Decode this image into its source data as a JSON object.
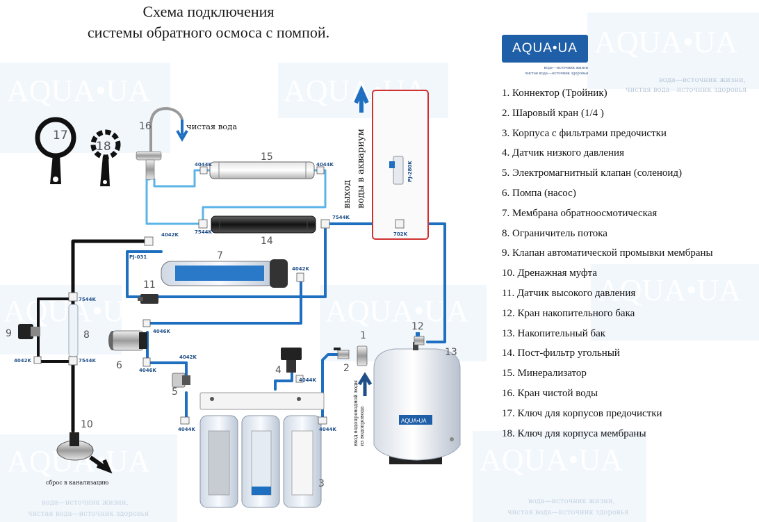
{
  "title": {
    "line1": "Схема подключения",
    "line2": "системы обратного осмоса с помпой."
  },
  "brand": {
    "name": "AQUA•UA",
    "tagline_1": "вода—источник жизни",
    "tagline_2": "чистая вода—источник здоровья",
    "watermark_text": "AQUA•UA",
    "watermark_tag_1": "вода—источник жизни,",
    "watermark_tag_2": "чистая вода—источник здоровья",
    "color": "#1f5fa8"
  },
  "legend": [
    "1. Коннектор (Тройник)",
    "2. Шаровый кран (1/4 )",
    "3. Корпуса с фильтрами предочистки",
    "4. Датчик низкого давления",
    "5. Электромагнитный клапан (соленоид)",
    "6. Помпа (насос)",
    "7. Мембрана обратноосмотическая",
    "8. Ограничитель потока",
    "9. Клапан автоматической промывки мембраны",
    "10. Дренажная муфта",
    "11. Датчик высокого давления",
    "12. Кран накопительного бака",
    "13. Накопительный бак",
    "14. Пост-фильтр угольный",
    "15. Минерализатор",
    "16. Кран чистой воды",
    "17. Ключ для корпусов предочистки",
    "18. Ключ для корпуса мембраны"
  ],
  "diagram": {
    "numbers": [
      "1",
      "2",
      "3",
      "4",
      "5",
      "6",
      "7",
      "8",
      "9",
      "10",
      "11",
      "12",
      "13",
      "14",
      "15",
      "16",
      "17",
      "18"
    ],
    "fittings": {
      "f4044K": "4044K",
      "f4042K": "4042K",
      "f7544K": "7544K",
      "f4046K": "4046K",
      "f702K": "702K",
      "fPJ031": "PJ-031",
      "fPJ280K": "PJ-280K"
    },
    "labels": {
      "clean_water": "чистая вода",
      "aquarium_line1": "выход",
      "aquarium_line2": "воды в аквариум",
      "tap_water_line1": "вход водопроводной воды",
      "tap_water_line2": "из водопровода",
      "drain": "сброс в канализацию"
    }
  },
  "colors": {
    "blue_line": "#1f6fc0",
    "light_blue_line": "#5ab4e6",
    "black_line": "#111111",
    "highlight_box": "#d03030"
  }
}
